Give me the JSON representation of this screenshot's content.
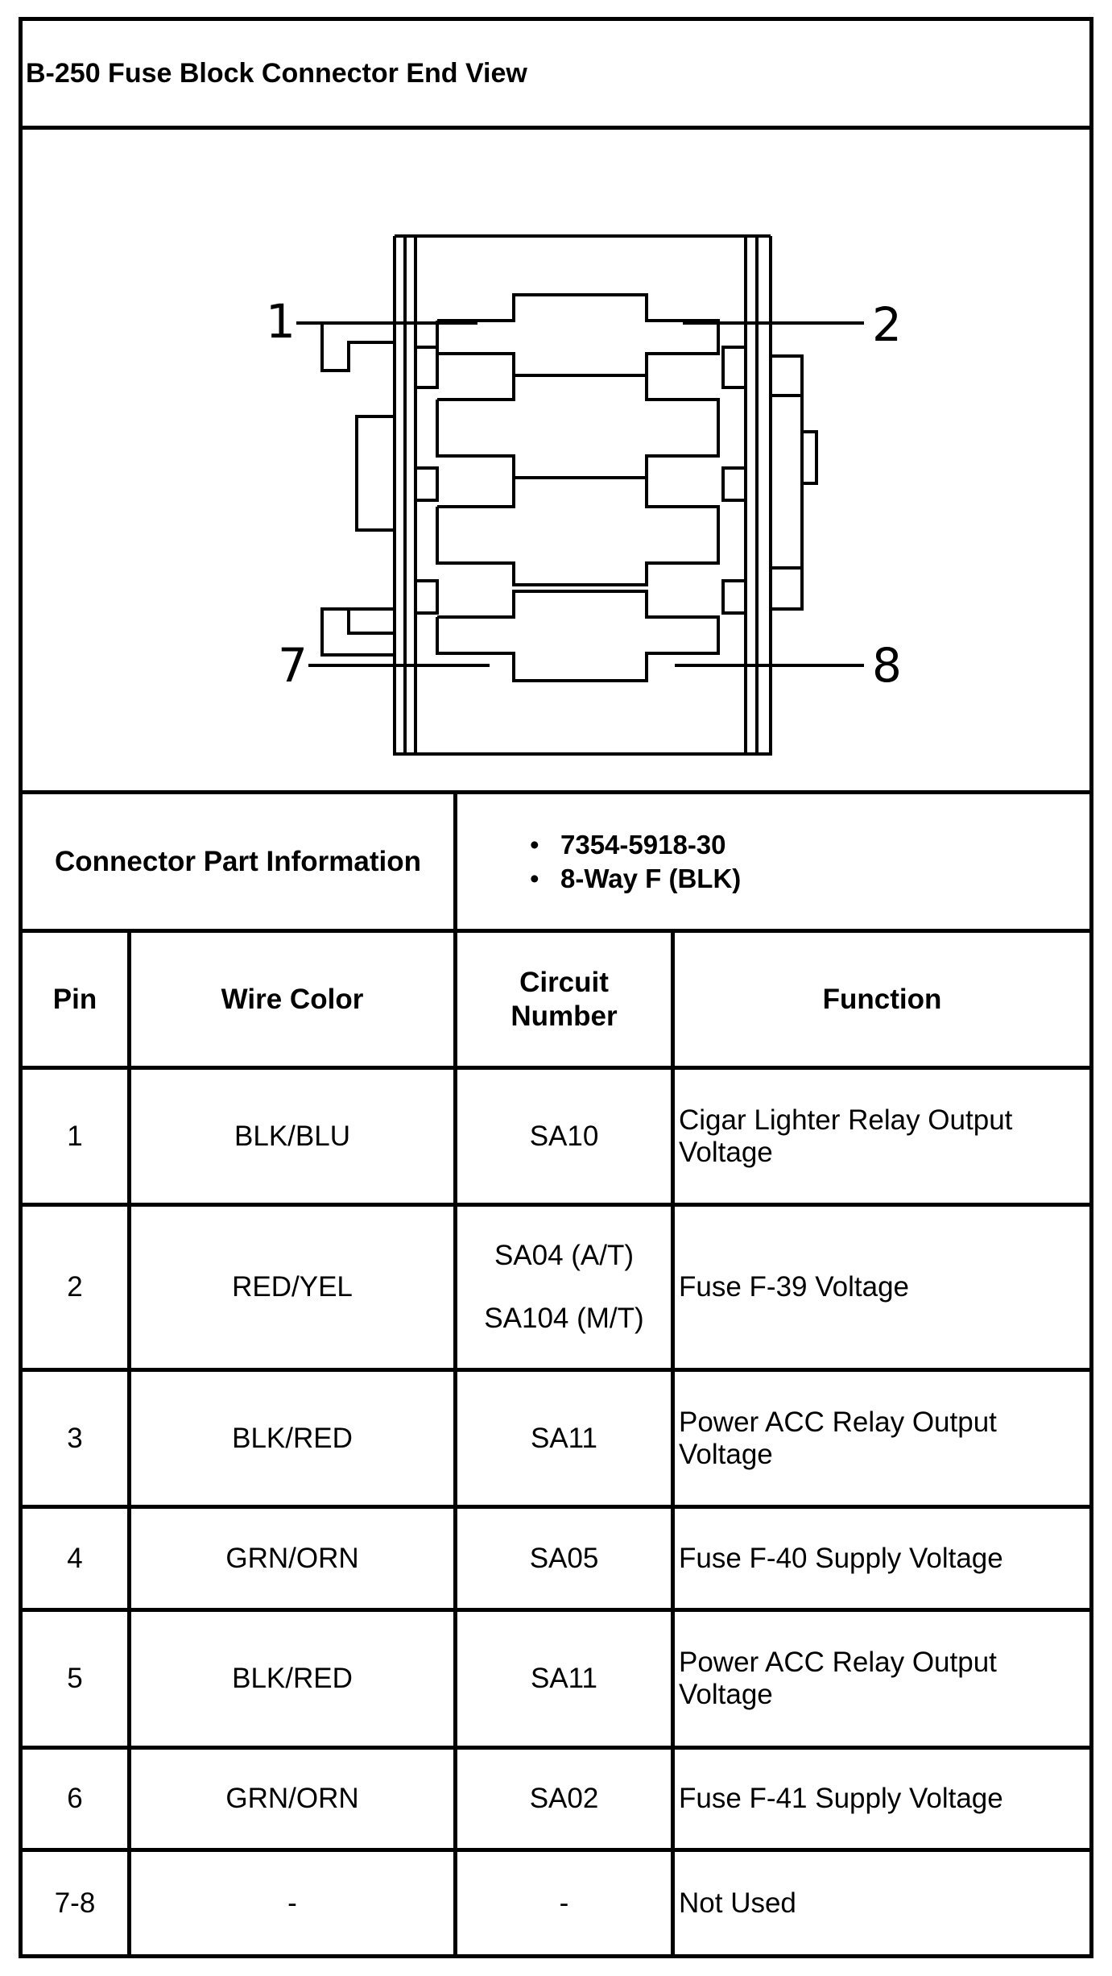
{
  "title": "B-250 Fuse Block Connector End View",
  "diagram": {
    "pin_labels": [
      "1",
      "2",
      "7",
      "8"
    ]
  },
  "part_info": {
    "label": "Connector Part Information",
    "items": [
      "7354-5918-30",
      "8-Way F (BLK)"
    ]
  },
  "table": {
    "headers": {
      "pin": "Pin",
      "wire_color": "Wire Color",
      "circuit": "Circuit Number",
      "function": "Function"
    },
    "rows": [
      {
        "pin": "1",
        "wire": "BLK/BLU",
        "circuit": [
          "SA10"
        ],
        "function": "Cigar Lighter Relay Output Voltage"
      },
      {
        "pin": "2",
        "wire": "RED/YEL",
        "circuit": [
          "SA04 (A/T)",
          "SA104 (M/T)"
        ],
        "function": "Fuse F-39 Voltage"
      },
      {
        "pin": "3",
        "wire": "BLK/RED",
        "circuit": [
          "SA11"
        ],
        "function": "Power ACC Relay Output Voltage"
      },
      {
        "pin": "4",
        "wire": "GRN/ORN",
        "circuit": [
          "SA05"
        ],
        "function": "Fuse F-40 Supply Voltage"
      },
      {
        "pin": "5",
        "wire": "BLK/RED",
        "circuit": [
          "SA11"
        ],
        "function": "Power ACC Relay Output Voltage"
      },
      {
        "pin": "6",
        "wire": "GRN/ORN",
        "circuit": [
          "SA02"
        ],
        "function": "Fuse F-41 Supply Voltage"
      },
      {
        "pin": "7-8",
        "wire": "-",
        "circuit": [
          "-"
        ],
        "function": "Not Used"
      }
    ]
  }
}
